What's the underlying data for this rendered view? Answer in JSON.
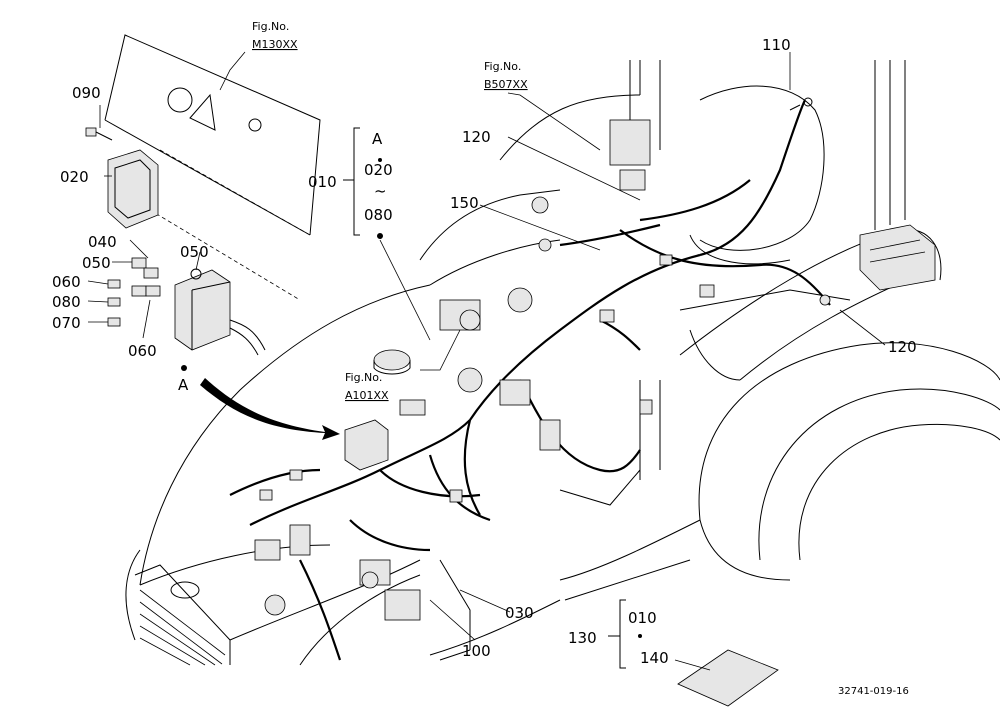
{
  "figure": {
    "drawing_id": "32741-019-16",
    "fig_refs": [
      "Fig.No.",
      "M130XX",
      "Fig.No.",
      "B507XX",
      "Fig.No.",
      "A101XX"
    ],
    "part_labels": [
      "090",
      "020",
      "040",
      "050",
      "050",
      "060",
      "080",
      "070",
      "060",
      "110",
      "120",
      "120",
      "150",
      "030",
      "100",
      "130",
      "010",
      "140"
    ],
    "group_010": [
      "010",
      "A",
      "020",
      "080"
    ],
    "group_130": [
      "010",
      "140"
    ],
    "marker_A": "A",
    "tilde": "~"
  }
}
